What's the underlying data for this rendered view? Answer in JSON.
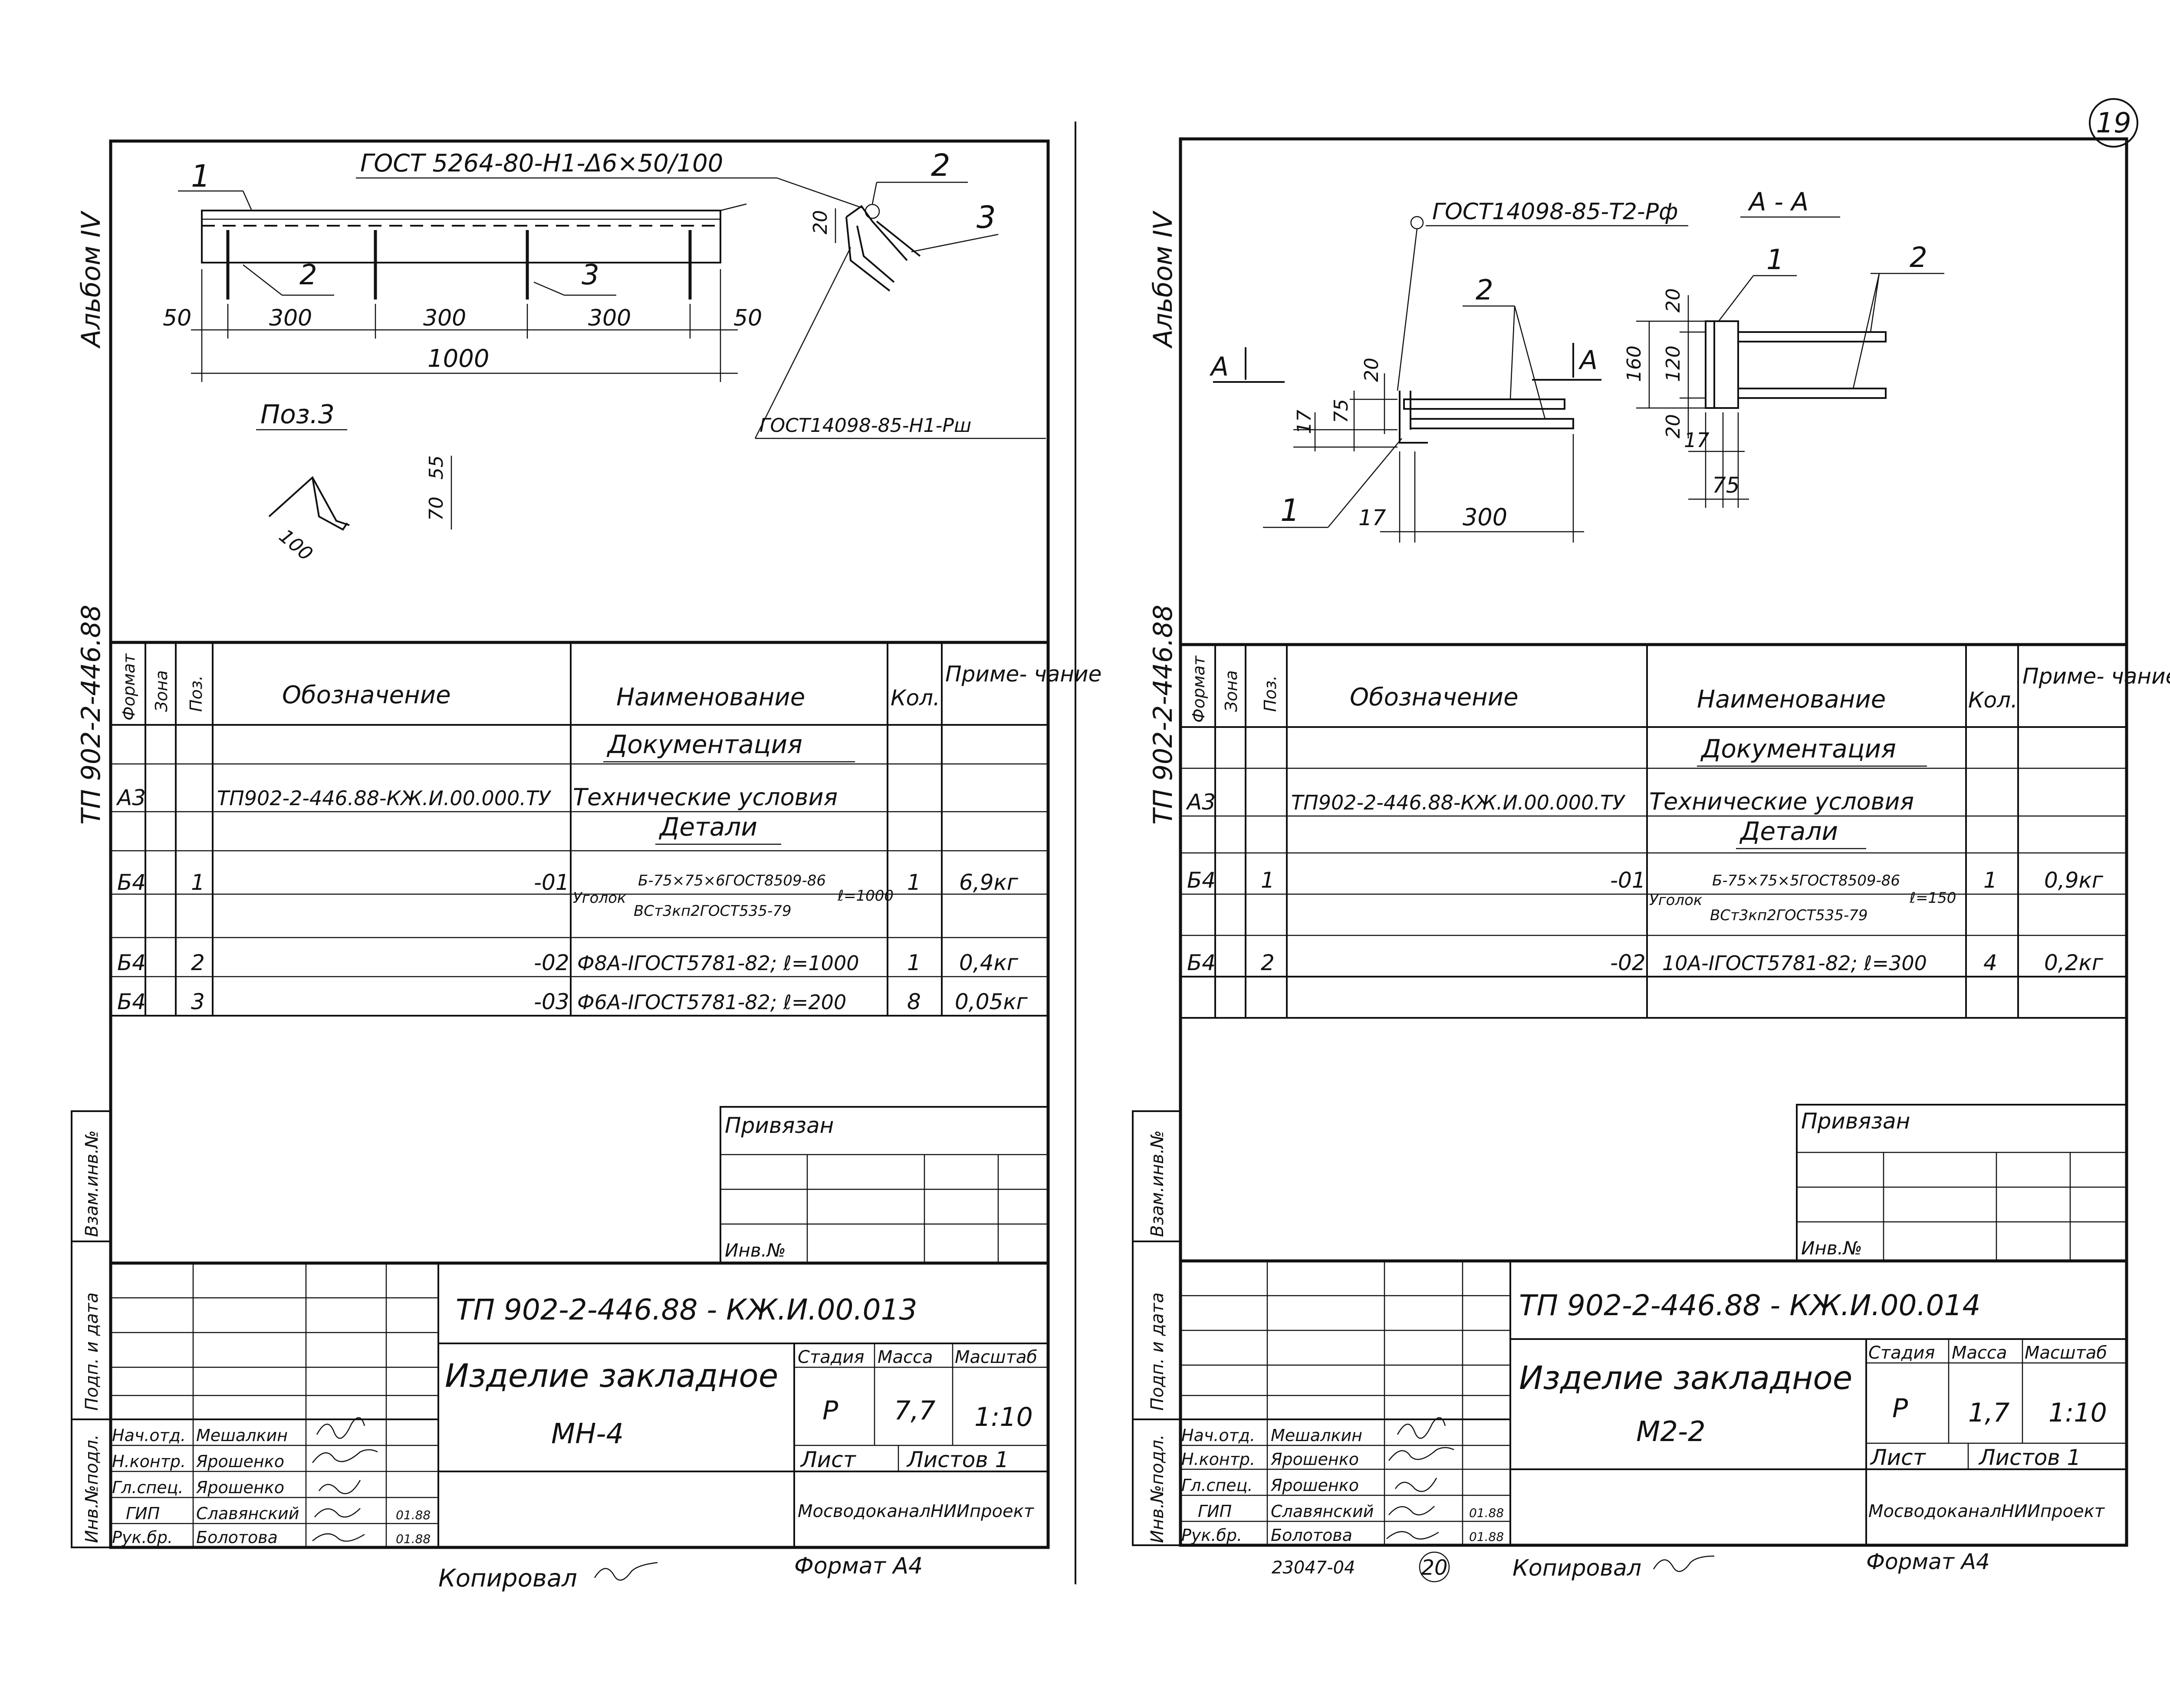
{
  "page": {
    "page_number": "19",
    "bottom_number": "20",
    "bottom_code": "23047-04"
  },
  "sheets": [
    {
      "album": "Альбом IV",
      "side_code": "ТП 902-2-446.88",
      "drawing": {
        "gost_top": "ГОСТ 5264-80-Н1-Δ6×50/100",
        "gost_weld": "ГОСТ14098-85-Н1-Рш",
        "callouts": [
          "1",
          "2",
          "3",
          "2",
          "3"
        ],
        "dim_20": "20",
        "dims": [
          "50",
          "300",
          "300",
          "300",
          "50"
        ],
        "total": "1000",
        "pos_label": "Поз.3",
        "pos_dims": [
          "55",
          "70",
          "100"
        ]
      },
      "table": {
        "headers": [
          "Формат",
          "Зона",
          "Поз.",
          "Обозначение",
          "Наименование",
          "Кол.",
          "Приме-\nчание"
        ],
        "doc_section": "Документация",
        "doc_row": {
          "format": "А3",
          "oboz": "ТП902-2-446.88-КЖ.И.00.000.ТУ",
          "name": "Технические условия"
        },
        "det_section": "Детали",
        "rows": [
          {
            "format": "Б4",
            "pos": "1",
            "oboz": "-01",
            "name_line1": "Б-75×75×6ГОСТ8509-86",
            "name_line2": "ВСт3кп2ГОСТ535-79",
            "name_prefix": "Уголок",
            "name_suffix": "ℓ=1000",
            "qty": "1",
            "note": "6,9кг"
          },
          {
            "format": "Б4",
            "pos": "2",
            "oboz": "-02",
            "name": "Ф8А-IГОСТ5781-82; ℓ=1000",
            "qty": "1",
            "note": "0,4кг"
          },
          {
            "format": "Б4",
            "pos": "3",
            "oboz": "-03",
            "name": "Ф6А-IГОСТ5781-82; ℓ=200",
            "qty": "8",
            "note": "0,05кг"
          }
        ]
      },
      "side_stamp": [
        "Взам.инв.№",
        "Подп. и дата",
        "Инв.№подл."
      ],
      "privyazan": "Привязан",
      "inv_no": "Инв.№",
      "title_block": {
        "code": "ТП 902-2-446.88 - КЖ.И.00.013",
        "name": "Изделие закладное",
        "mark": "МН-4",
        "stage_h": "Стадия",
        "mass_h": "Масса",
        "scale_h": "Масштаб",
        "stage": "Р",
        "mass": "7,7",
        "scale": "1:10",
        "sheet": "Лист",
        "sheets": "Листов 1",
        "org": "МосводоканалНИИпроект",
        "people": [
          {
            "role": "Нач.отд.",
            "name": "Мешалкин",
            "date": ""
          },
          {
            "role": "Н.контр.",
            "name": "Ярошенко",
            "date": ""
          },
          {
            "role": "Гл.спец.",
            "name": "Ярошенко",
            "date": ""
          },
          {
            "role": "ГИП",
            "name": "Славянский",
            "date": "01.88"
          },
          {
            "role": "Рук.бр.",
            "name": "Болотова",
            "date": "01.88"
          }
        ]
      },
      "copied": "Копировал",
      "format": "Формат А4"
    },
    {
      "album": "Альбом IV",
      "side_code": "ТП 902-2-446.88",
      "drawing": {
        "gost_top": "ГОСТ14098-85-Т2-Рф",
        "section": "А - А",
        "section_marks": [
          "А",
          "А"
        ],
        "callouts": [
          "2",
          "1",
          "1",
          "2"
        ],
        "dims_left": [
          "20",
          "75",
          "17",
          "17",
          "300"
        ],
        "dims_right": [
          "20",
          "160",
          "120",
          "20",
          "17",
          "75"
        ]
      },
      "table": {
        "headers": [
          "Формат",
          "Зона",
          "Поз.",
          "Обозначение",
          "Наименование",
          "Кол.",
          "Приме-\nчание"
        ],
        "doc_section": "Документация",
        "doc_row": {
          "format": "А3",
          "oboz": "ТП902-2-446.88-КЖ.И.00.000.ТУ",
          "name": "Технические условия"
        },
        "det_section": "Детали",
        "rows": [
          {
            "format": "Б4",
            "pos": "1",
            "oboz": "-01",
            "name_line1": "Б-75×75×5ГОСТ8509-86",
            "name_line2": "ВСт3кп2ГОСТ535-79",
            "name_prefix": "Уголок",
            "name_suffix": "ℓ=150",
            "qty": "1",
            "note": "0,9кг"
          },
          {
            "format": "Б4",
            "pos": "2",
            "oboz": "-02",
            "name": "10А-IГОСТ5781-82; ℓ=300",
            "qty": "4",
            "note": "0,2кг"
          }
        ]
      },
      "side_stamp": [
        "Взам.инв.№",
        "Подп. и дата",
        "Инв.№подл."
      ],
      "privyazan": "Привязан",
      "inv_no": "Инв.№",
      "title_block": {
        "code": "ТП 902-2-446.88 - КЖ.И.00.014",
        "name": "Изделие закладное",
        "mark": "М2-2",
        "stage_h": "Стадия",
        "mass_h": "Масса",
        "scale_h": "Масштаб",
        "stage": "Р",
        "mass": "1,7",
        "scale": "1:10",
        "sheet": "Лист",
        "sheets": "Листов 1",
        "org": "МосводоканалНИИпроект",
        "people": [
          {
            "role": "Нач.отд.",
            "name": "Мешалкин",
            "date": ""
          },
          {
            "role": "Н.контр.",
            "name": "Ярошенко",
            "date": ""
          },
          {
            "role": "Гл.спец.",
            "name": "Ярошенко",
            "date": ""
          },
          {
            "role": "ГИП",
            "name": "Славянский",
            "date": "01.88"
          },
          {
            "role": "Рук.бр.",
            "name": "Болотова",
            "date": "01.88"
          }
        ]
      },
      "copied": "Копировал",
      "format": "Формат А4"
    }
  ]
}
